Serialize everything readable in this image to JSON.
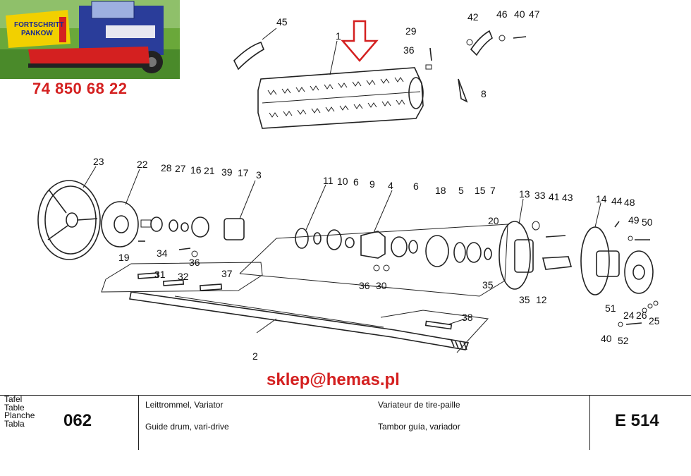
{
  "banner": {
    "brand_line1": "FORTSCHRITT",
    "brand_line2": "PANKOW",
    "phone": "74 850 68 22",
    "colors": {
      "brand_red": "#d42020",
      "banner_yellow": "#f2d000",
      "banner_green": "#4a8a2a",
      "combine_blue": "#2a3d9a"
    }
  },
  "callouts": [
    "1",
    "45",
    "29",
    "36",
    "42",
    "46",
    "40",
    "47",
    "8",
    "23",
    "22",
    "28",
    "27",
    "16",
    "21",
    "39",
    "17",
    "3",
    "19",
    "34",
    "36",
    "31",
    "32",
    "37",
    "11",
    "10",
    "6",
    "9",
    "4",
    "6",
    "18",
    "5",
    "15",
    "7",
    "20",
    "13",
    "33",
    "41",
    "43",
    "14",
    "44",
    "48",
    "49",
    "50",
    "36",
    "30",
    "35",
    "35",
    "12",
    "51",
    "24",
    "26",
    "25",
    "40",
    "52",
    "38",
    "2"
  ],
  "email": "sklep@hemas.pl",
  "footer": {
    "table_labels": [
      "Tafel",
      "Table",
      "Planche",
      "Tabla"
    ],
    "table_number": "062",
    "title_de": "Leittrommel, Variator",
    "title_en": "Guide drum, vari-drive",
    "title_fr": "Variateur de tire-paille",
    "title_es": "Tambor guía, variador",
    "model": "E 514"
  },
  "icons": [
    "down-arrow-icon"
  ]
}
